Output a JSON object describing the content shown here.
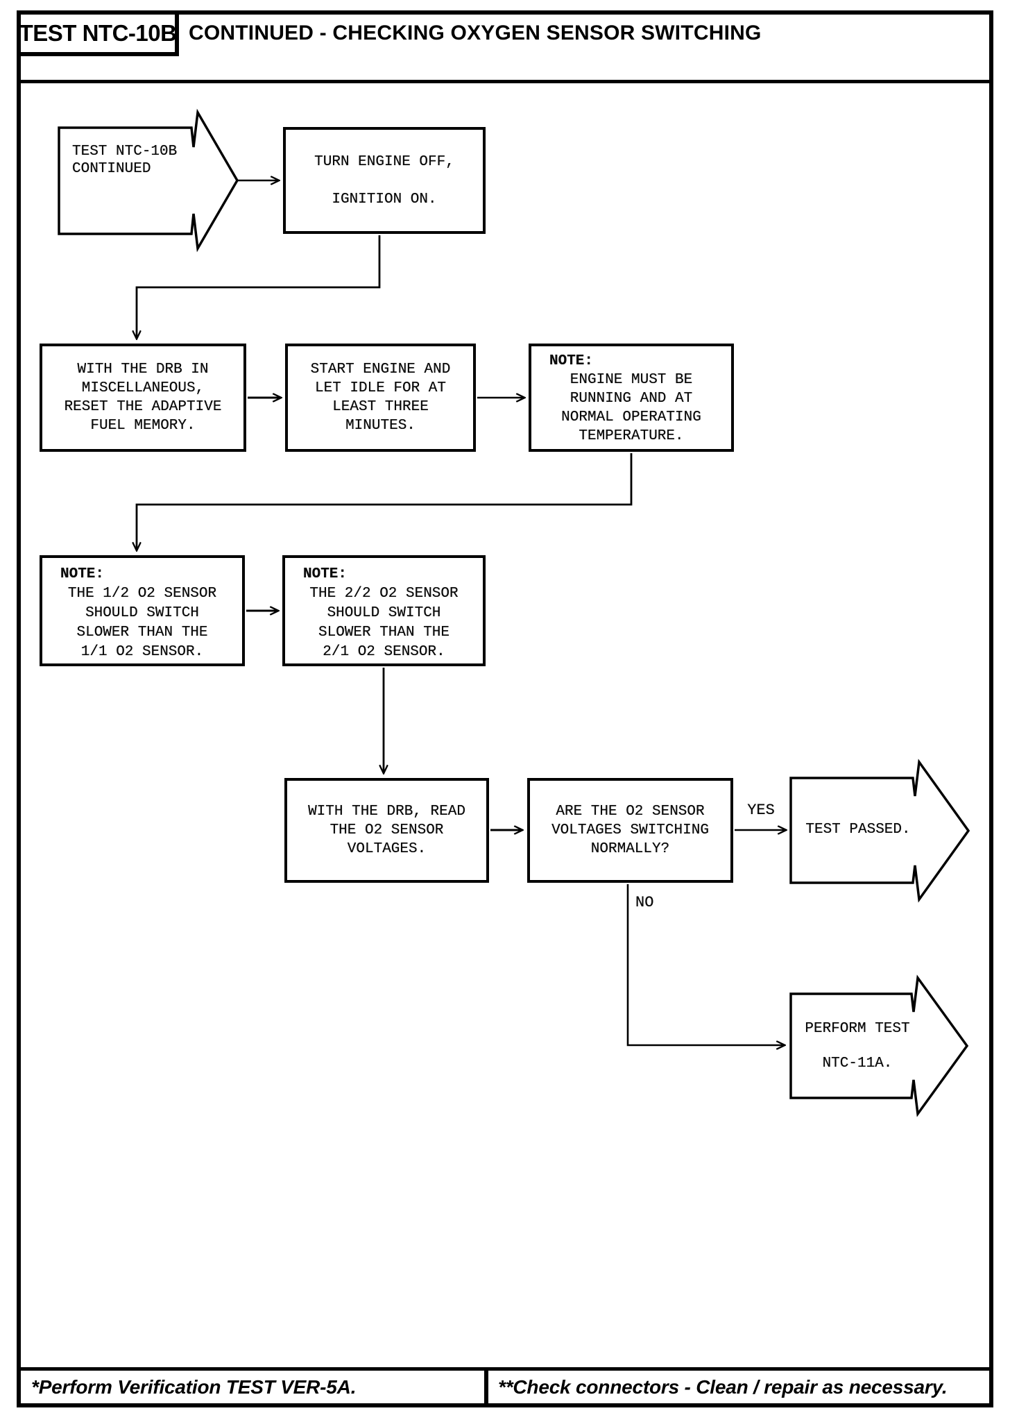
{
  "header": {
    "label": "TEST NTC-10B",
    "title": "CONTINUED - CHECKING OXYGEN SENSOR SWITCHING"
  },
  "flow": {
    "start": {
      "text": "TEST NTC-10B\nCONTINUED"
    },
    "turn_engine_off": {
      "text": "TURN ENGINE OFF,\n\nIGNITION ON."
    },
    "reset_fuel_memory": {
      "text": "WITH THE DRB IN\nMISCELLANEOUS,\nRESET THE ADAPTIVE\nFUEL MEMORY."
    },
    "start_engine": {
      "text": "START ENGINE AND\nLET IDLE FOR AT\nLEAST THREE\nMINUTES."
    },
    "note_engine": {
      "label": "NOTE:",
      "text": "ENGINE MUST BE\nRUNNING AND AT\nNORMAL OPERATING\nTEMPERATURE."
    },
    "note_sensor_1": {
      "label": "NOTE:",
      "text": "THE 1/2 O2 SENSOR\nSHOULD SWITCH\nSLOWER THAN THE\n1/1 O2 SENSOR."
    },
    "note_sensor_2": {
      "label": "NOTE:",
      "text": "THE 2/2 O2 SENSOR\nSHOULD SWITCH\nSLOWER THAN THE\n2/1 O2 SENSOR."
    },
    "read_voltages": {
      "text": "WITH THE DRB, READ\nTHE O2 SENSOR\nVOLTAGES."
    },
    "decision": {
      "text": "ARE THE O2 SENSOR\nVOLTAGES SWITCHING\nNORMALLY?"
    },
    "yes_label": "YES",
    "no_label": "NO",
    "test_passed": {
      "text": "TEST PASSED."
    },
    "perform_test": {
      "text": "PERFORM TEST\n\nNTC-11A."
    }
  },
  "footer": {
    "left": "*Perform Verification TEST VER-5A.",
    "right": "**Check connectors - Clean / repair as necessary."
  },
  "colors": {
    "ink": "#000000",
    "paper": "#ffffff"
  }
}
